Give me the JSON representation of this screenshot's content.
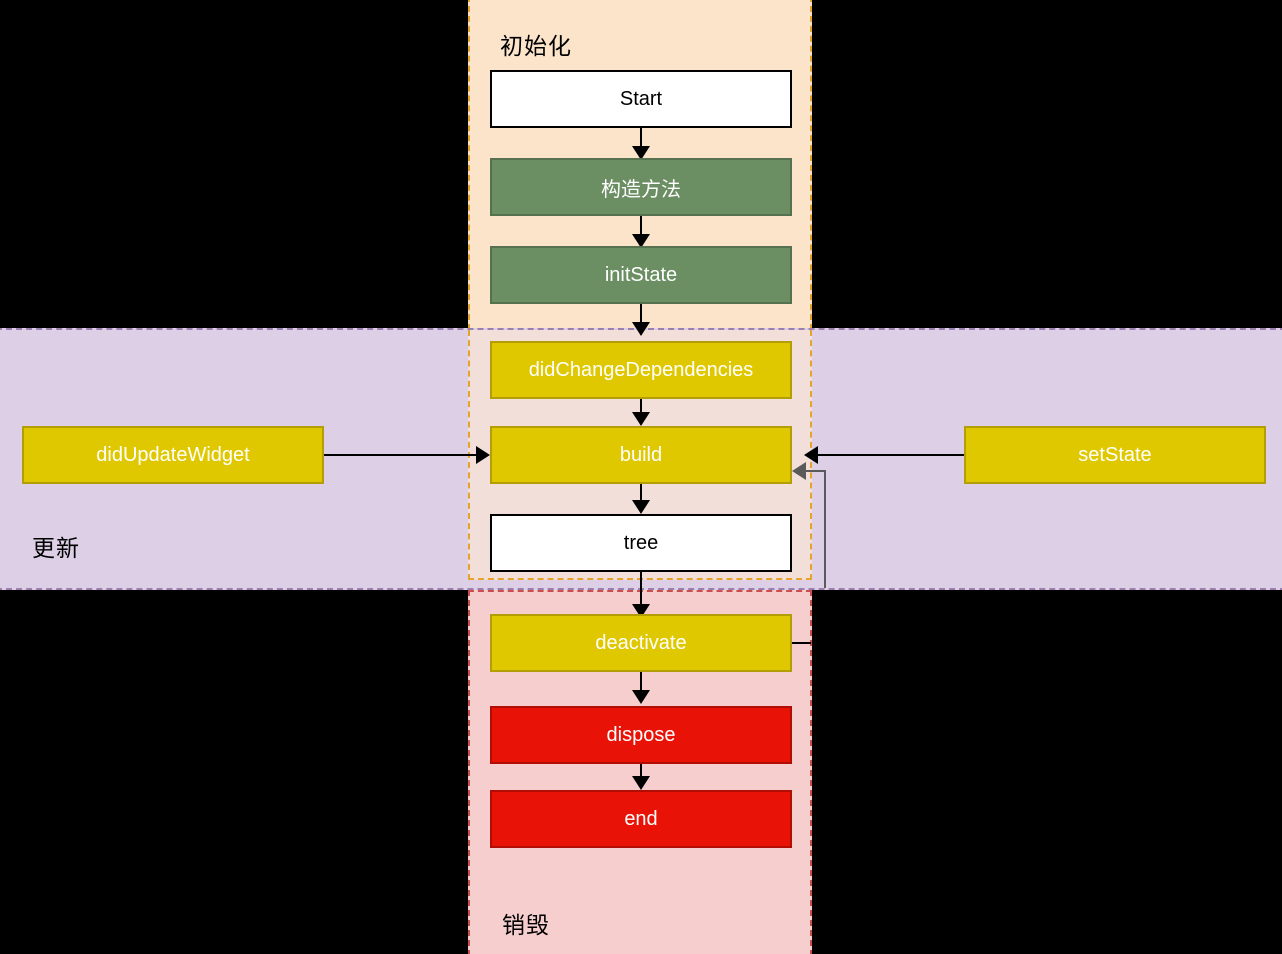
{
  "diagram": {
    "title": "Flutter StatefulWidget lifecycle flowchart",
    "regions": [
      {
        "key": "init",
        "label": "初始化",
        "fill": "#FCE4CB",
        "border": "#E5A32B"
      },
      {
        "key": "update",
        "label": "更新",
        "fill": "#DDD0E6",
        "border": "#9B7FAE"
      },
      {
        "key": "destroy",
        "label": "销毁",
        "fill": "#F6CECE",
        "border": "#C94F4F"
      }
    ],
    "nodes": [
      {
        "key": "start",
        "label": "Start",
        "style": "white"
      },
      {
        "key": "constructor",
        "label": "构造方法",
        "style": "green"
      },
      {
        "key": "init-state",
        "label": "initState",
        "style": "green"
      },
      {
        "key": "did-change-dependencies",
        "label": "didChangeDependencies",
        "style": "yellow"
      },
      {
        "key": "did-update-widget",
        "label": "didUpdateWidget",
        "style": "yellow"
      },
      {
        "key": "build",
        "label": "build",
        "style": "yellow"
      },
      {
        "key": "set-state",
        "label": "setState",
        "style": "yellow"
      },
      {
        "key": "tree",
        "label": "tree",
        "style": "white"
      },
      {
        "key": "deactivate",
        "label": "deactivate",
        "style": "yellow"
      },
      {
        "key": "dispose",
        "label": "dispose",
        "style": "red"
      },
      {
        "key": "end",
        "label": "end",
        "style": "red"
      }
    ],
    "edges": [
      {
        "from": "start",
        "to": "constructor",
        "color": "#000000"
      },
      {
        "from": "constructor",
        "to": "init-state",
        "color": "#000000"
      },
      {
        "from": "init-state",
        "to": "did-change-dependencies",
        "color": "#000000"
      },
      {
        "from": "did-change-dependencies",
        "to": "build",
        "color": "#000000"
      },
      {
        "from": "did-update-widget",
        "to": "build",
        "color": "#000000"
      },
      {
        "from": "set-state",
        "to": "build",
        "color": "#000000"
      },
      {
        "from": "build",
        "to": "tree",
        "color": "#000000"
      },
      {
        "from": "tree",
        "to": "deactivate",
        "color": "#000000"
      },
      {
        "from": "deactivate",
        "to": "build",
        "color": "#5A5A5A"
      },
      {
        "from": "deactivate",
        "to": "dispose",
        "color": "#000000"
      },
      {
        "from": "dispose",
        "to": "end",
        "color": "#000000"
      }
    ],
    "colors": {
      "green": "#6B8E63",
      "yellow": "#E0C800",
      "red": "#E81207",
      "white": "#FFFFFF",
      "background": "#000000",
      "overlap": "#F2DFD9"
    }
  }
}
